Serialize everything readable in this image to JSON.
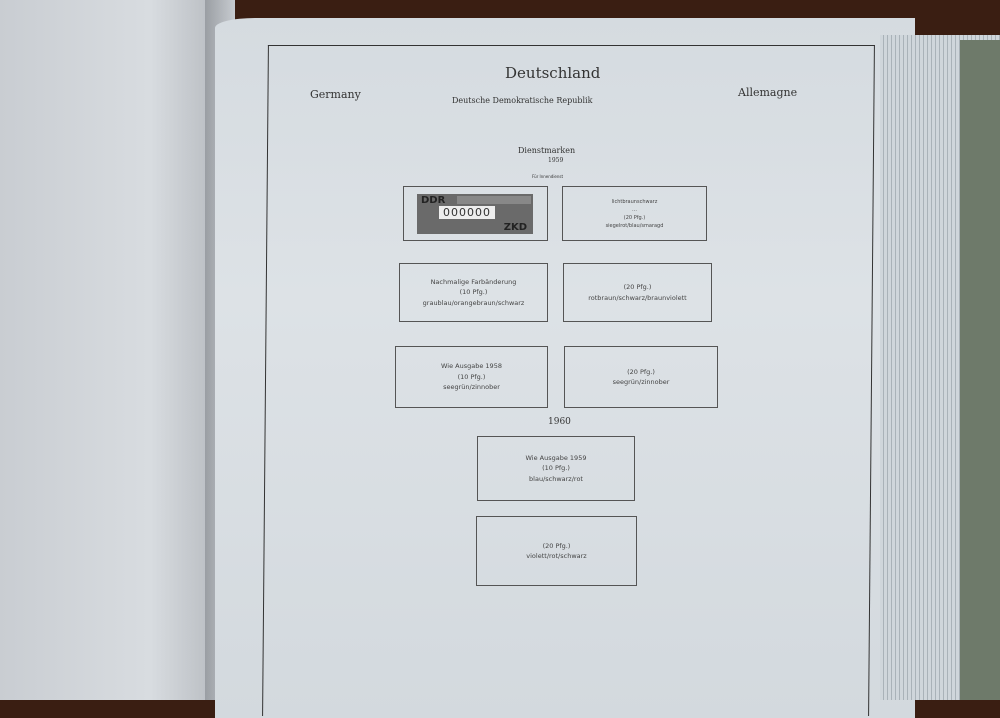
{
  "header": {
    "title": "Deutschland",
    "subtitle": "Deutsche Demokratische Republik",
    "left_label": "Germany",
    "right_label": "Allemagne"
  },
  "section": {
    "title": "Dienstmarken",
    "year": "1959",
    "note": "Für Innendienst"
  },
  "stamp": {
    "ddr": "DDR",
    "number": "000000",
    "zkd": "ZKD"
  },
  "boxes": [
    {
      "l1": "lichtbraunschwarz",
      "l2": "…",
      "l3": "(20 Pfg.)",
      "l4": "siegelrot/blau/smaragd"
    },
    {
      "l1": "Nachmalige Farbänderung",
      "l2": "(10 Pfg.)",
      "l3": "graublau/orangebraun/schwarz"
    },
    {
      "l1": "(20 Pfg.)",
      "l2": "rotbraun/schwarz/braunviolett"
    },
    {
      "l1": "Wie Ausgabe 1958",
      "l2": "(10 Pfg.)",
      "l3": "seegrün/zinnober"
    },
    {
      "l1": "(20 Pfg.)",
      "l2": "seegrün/zinnober"
    },
    {
      "l1": "Wie Ausgabe 1959",
      "l2": "(10 Pfg.)",
      "l3": "blau/schwarz/rot"
    },
    {
      "l1": "(20 Pfg.)",
      "l2": "violett/rot/schwarz"
    }
  ],
  "year_1960": "1960"
}
